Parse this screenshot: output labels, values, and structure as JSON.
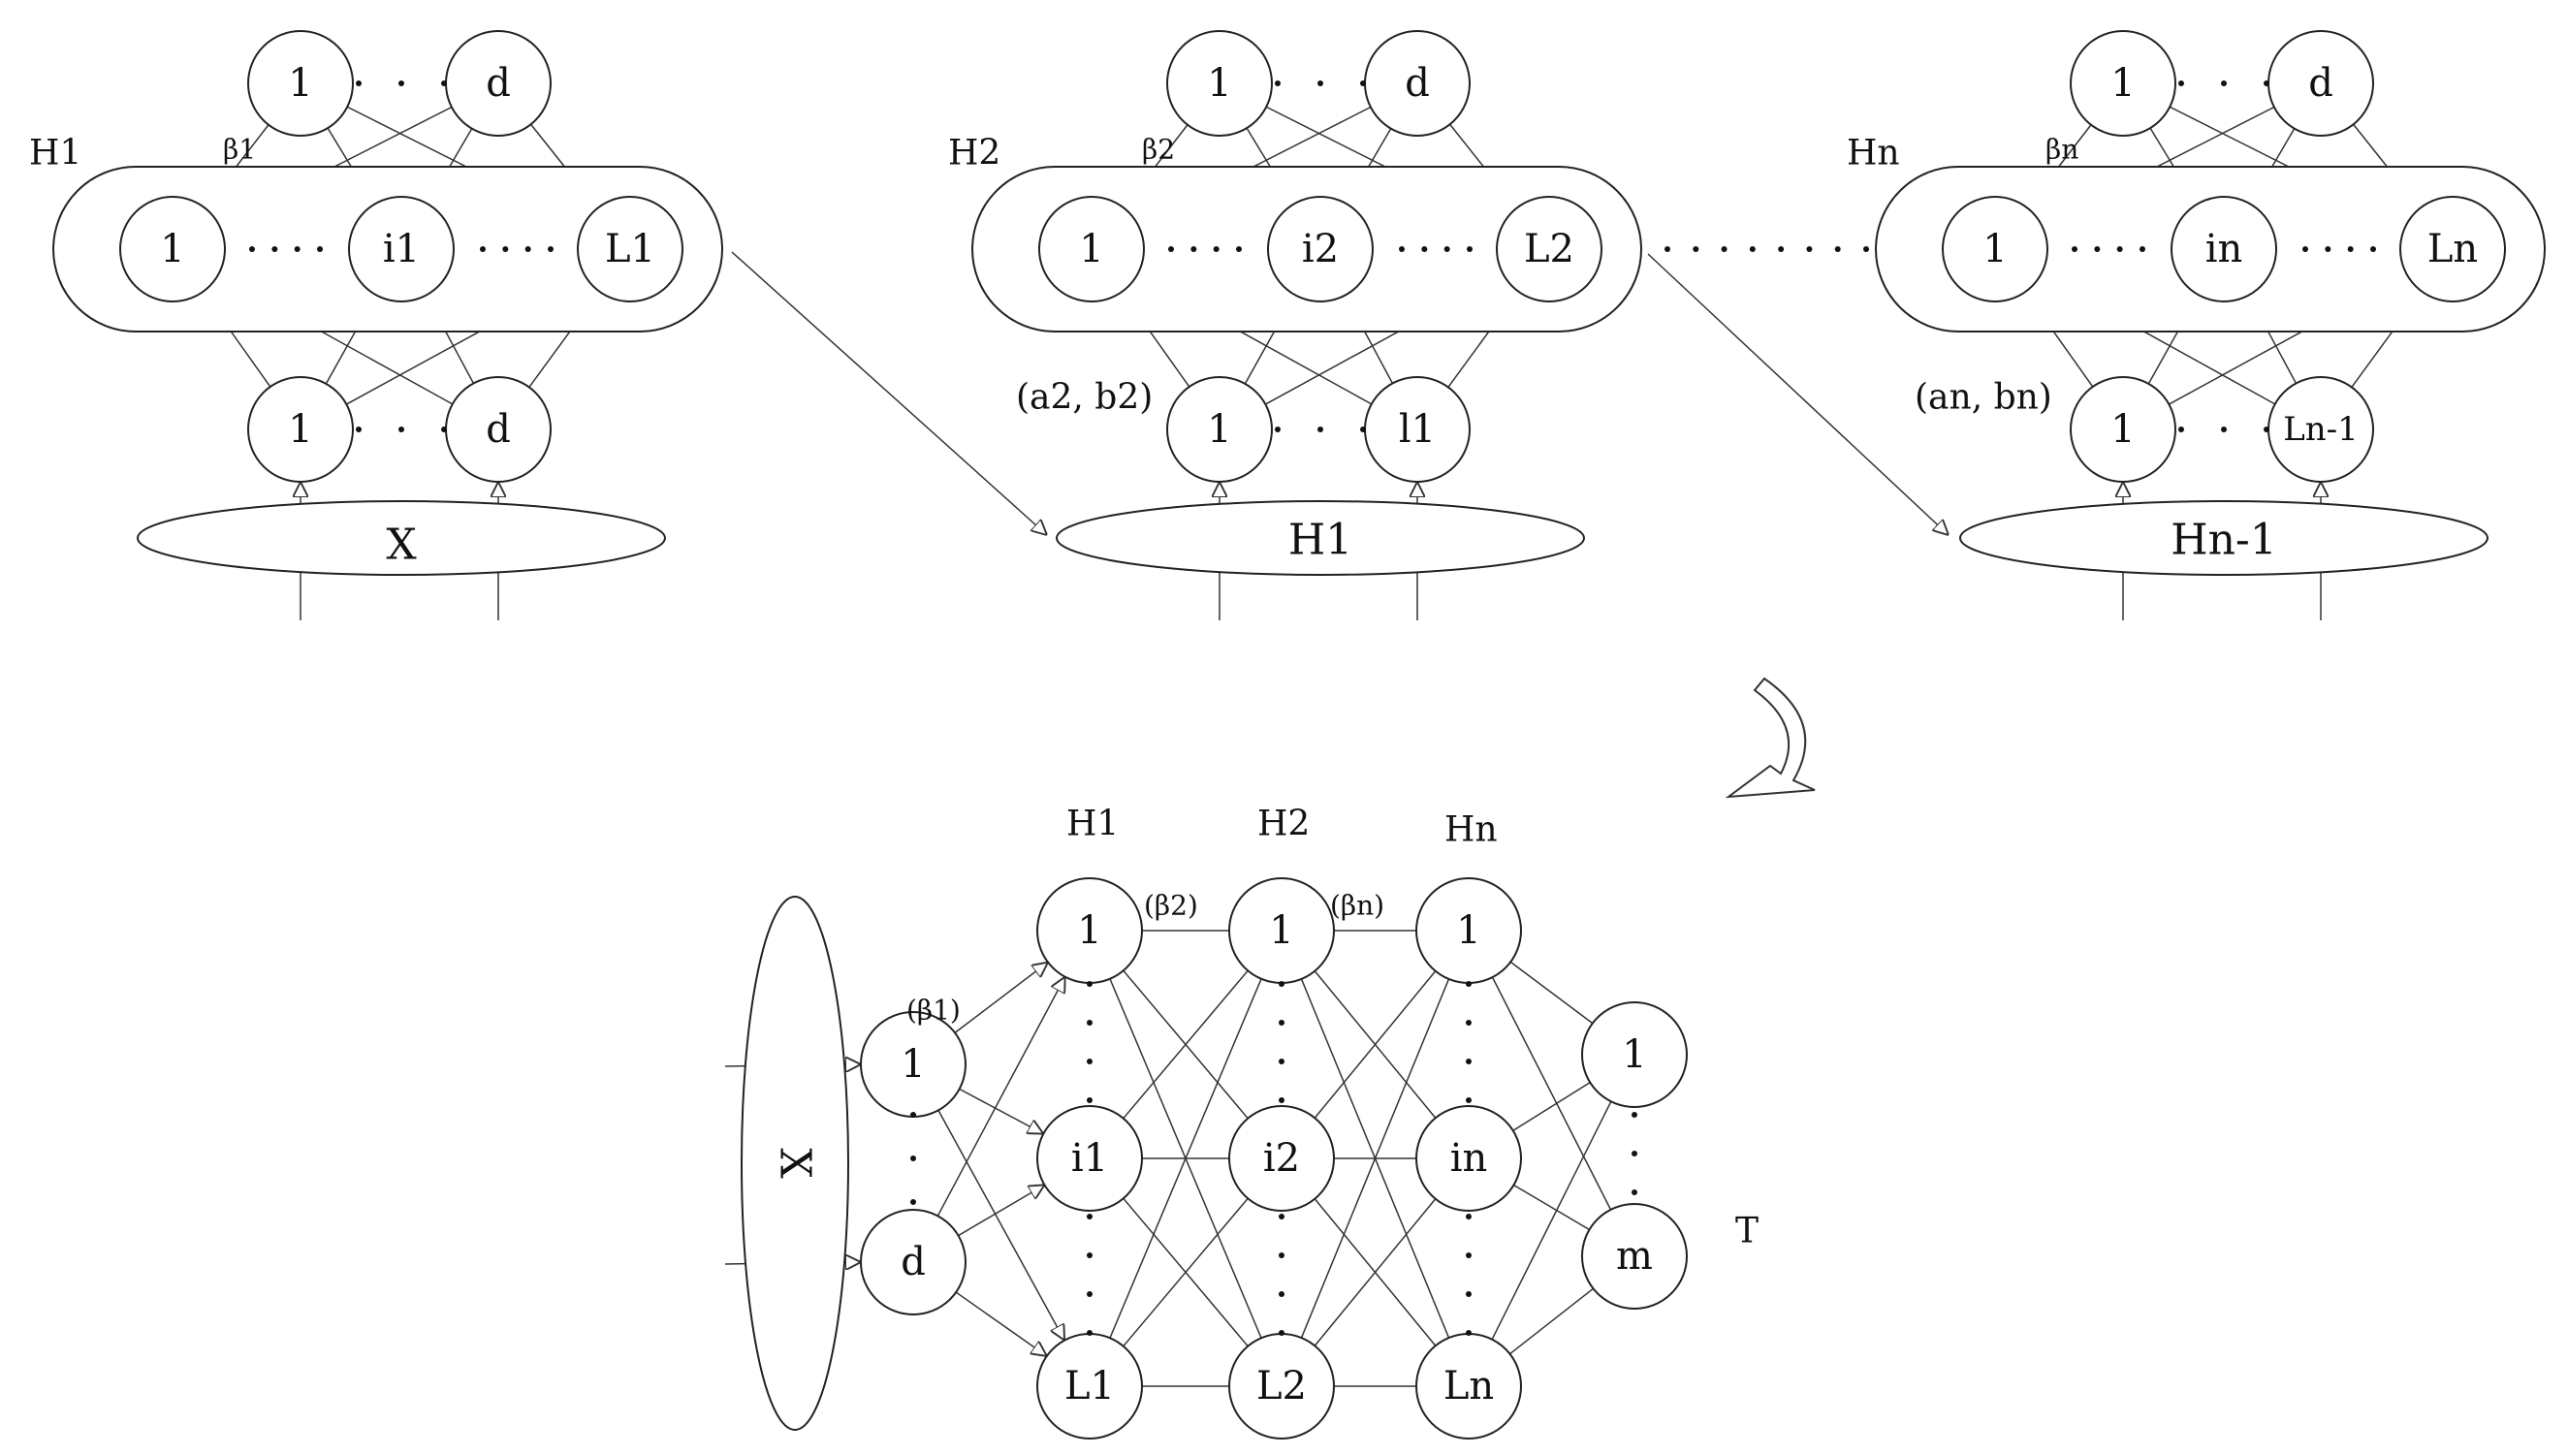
{
  "modules": [
    {
      "name": "H1",
      "weight": "β1",
      "out": [
        "1",
        "d"
      ],
      "hidden": [
        "1",
        "i1",
        "L1"
      ],
      "inp": [
        "1",
        "d"
      ],
      "source": "X",
      "ab": ""
    },
    {
      "name": "H2",
      "weight": "β2",
      "out": [
        "1",
        "d"
      ],
      "hidden": [
        "1",
        "i2",
        "L2"
      ],
      "inp": [
        "1",
        "l1"
      ],
      "source": "H1",
      "ab": "(a2, b2)"
    },
    {
      "name": "Hn",
      "weight": "βn",
      "out": [
        "1",
        "d"
      ],
      "hidden": [
        "1",
        "in",
        "Ln"
      ],
      "inp": [
        "1",
        "Ln-1"
      ],
      "source": "Hn-1",
      "ab": "(an, bn)"
    }
  ],
  "network": {
    "input_label": "X",
    "input_nodes": [
      "1",
      "d"
    ],
    "layers": [
      {
        "name": "H1",
        "nodes": [
          "1",
          "i1",
          "L1"
        ]
      },
      {
        "name": "H2",
        "nodes": [
          "1",
          "i2",
          "L2"
        ]
      },
      {
        "name": "Hn",
        "nodes": [
          "1",
          "in",
          "Ln"
        ]
      }
    ],
    "weights": [
      "(β1)",
      "(β2)",
      "(βn)"
    ],
    "output_nodes": [
      "1",
      "m"
    ],
    "output_label": "T"
  }
}
